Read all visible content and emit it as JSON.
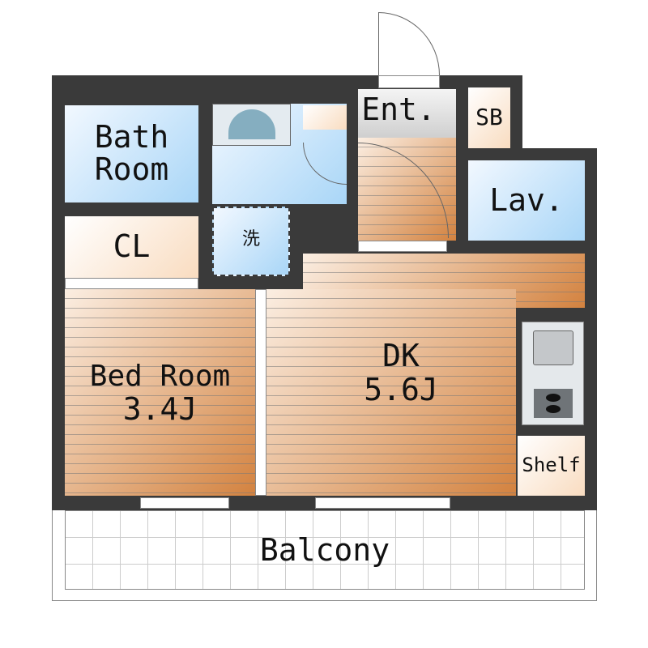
{
  "rooms": {
    "bath": "Bath\nRoom",
    "closet": "CL",
    "washer": "洗",
    "entrance": "Ent.",
    "shoe_box": "SB",
    "lavatory": "Lav.",
    "bedroom": "Bed Room",
    "bedroom_size": "3.4J",
    "dk": "DK",
    "dk_size": "5.6J",
    "shelf": "Shelf",
    "balcony": "Balcony"
  }
}
